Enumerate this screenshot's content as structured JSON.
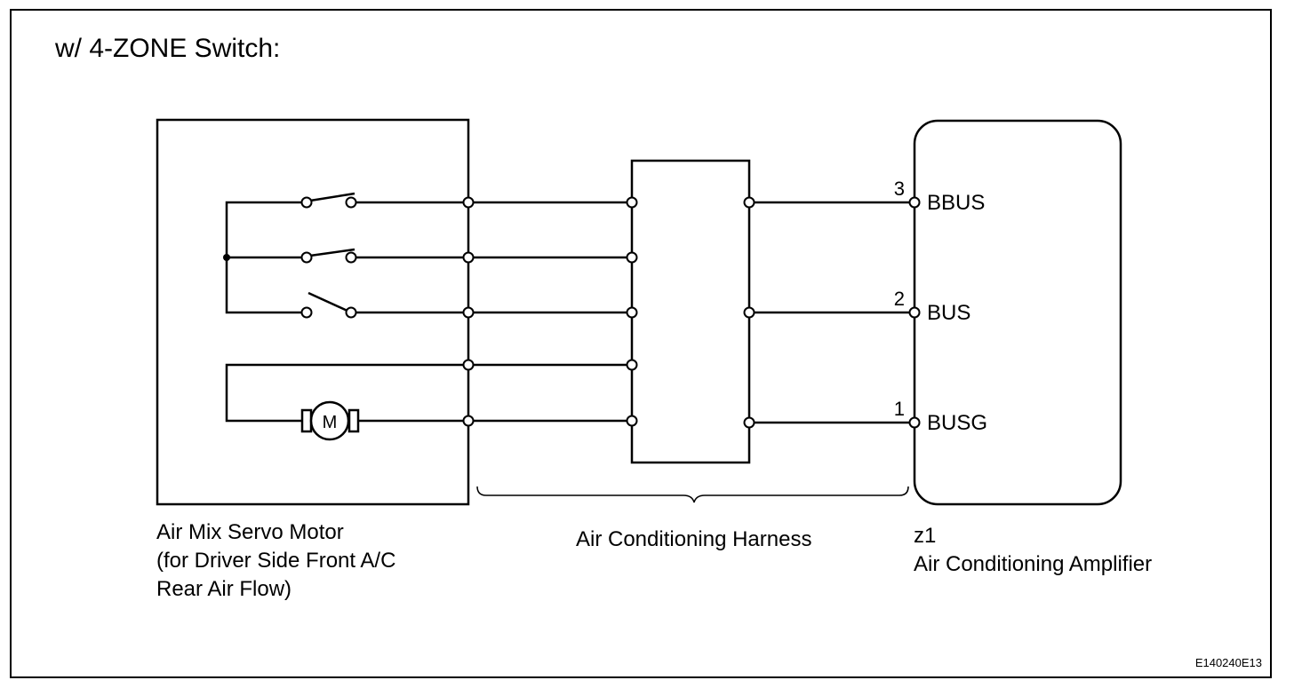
{
  "title": "w/ 4-ZONE Switch:",
  "components": {
    "servo_motor": {
      "label_lines": [
        "Air Mix Servo Motor",
        "(for Driver Side Front A/C",
        "Rear Air Flow)"
      ],
      "motor_symbol": "M"
    },
    "harness": {
      "label": "Air Conditioning Harness"
    },
    "amplifier": {
      "connector": "z1",
      "label": "Air Conditioning Amplifier",
      "pins": [
        {
          "number": "3",
          "name": "BBUS"
        },
        {
          "number": "2",
          "name": "BUS"
        },
        {
          "number": "1",
          "name": "BUSG"
        }
      ]
    }
  },
  "figure_code": "E140240E13"
}
